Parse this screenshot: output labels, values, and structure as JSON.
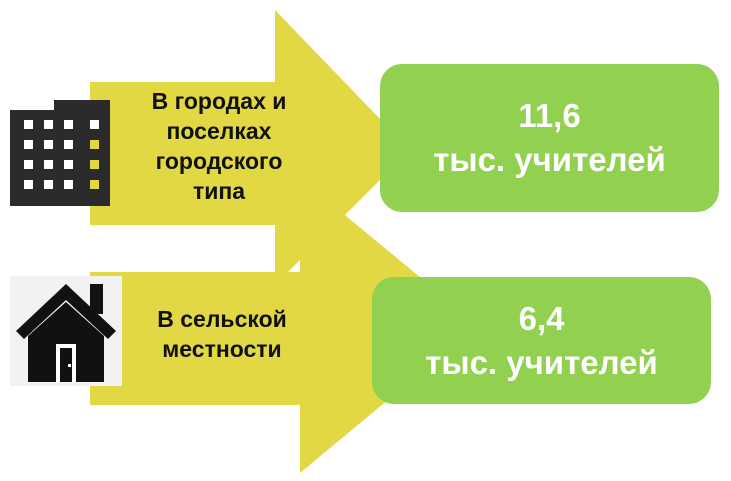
{
  "colors": {
    "arrow": "#e2d843",
    "box": "#92d050",
    "text_dark": "#111111",
    "text_light": "#ffffff",
    "icon_dark": "#2b2b2b",
    "window_accent": "#e2d843"
  },
  "rows": [
    {
      "icon": "apartment-building-icon",
      "label_lines": [
        "В городах и",
        "поселках",
        "городского",
        "типа"
      ],
      "value": "11,6",
      "unit": "тыс. учителей"
    },
    {
      "icon": "house-icon",
      "label_lines": [
        "В сельской",
        "местности"
      ],
      "value": "6,4",
      "unit": "тыс. учителей"
    }
  ]
}
